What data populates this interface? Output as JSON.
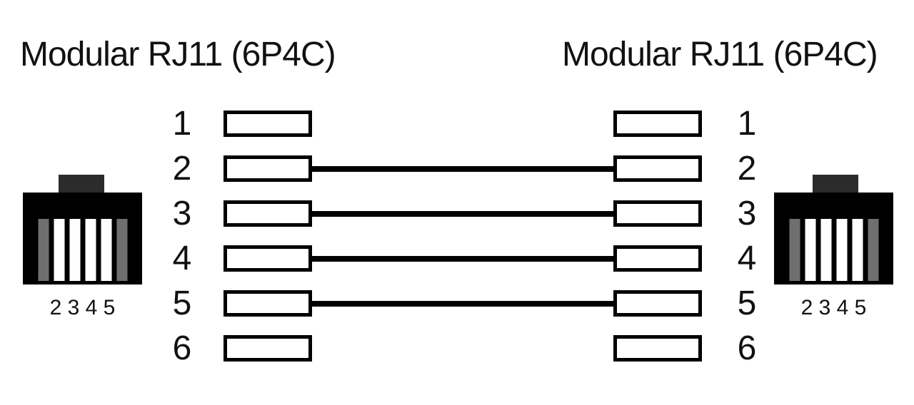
{
  "page": {
    "background": "#ffffff",
    "ink": "#000000",
    "diagram_type": "RJ11 straight-through cable pinout"
  },
  "left_connector": {
    "title": "Modular RJ11 (6P4C)",
    "pin_numbers": [
      "1",
      "2",
      "3",
      "4",
      "5",
      "6"
    ],
    "pins_label": "2 3 4 5",
    "body_color": "#000000",
    "latch_color": "#2b2b2b",
    "contact_colors": [
      "#6f6f6f",
      "#ffffff",
      "#ffffff",
      "#ffffff",
      "#ffffff",
      "#6f6f6f"
    ]
  },
  "right_connector": {
    "title": "Modular RJ11 (6P4C)",
    "pin_numbers": [
      "1",
      "2",
      "3",
      "4",
      "5",
      "6"
    ],
    "pins_label": "2 3 4 5",
    "body_color": "#000000",
    "latch_color": "#2b2b2b",
    "contact_colors": [
      "#6f6f6f",
      "#ffffff",
      "#ffffff",
      "#ffffff",
      "#ffffff",
      "#6f6f6f"
    ]
  },
  "wiring": {
    "wire_color": "#000000",
    "connections": [
      {
        "from_pin": 2,
        "to_pin": 2
      },
      {
        "from_pin": 3,
        "to_pin": 3
      },
      {
        "from_pin": 4,
        "to_pin": 4
      },
      {
        "from_pin": 5,
        "to_pin": 5
      }
    ],
    "unconnected_pins": [
      1,
      6
    ]
  }
}
